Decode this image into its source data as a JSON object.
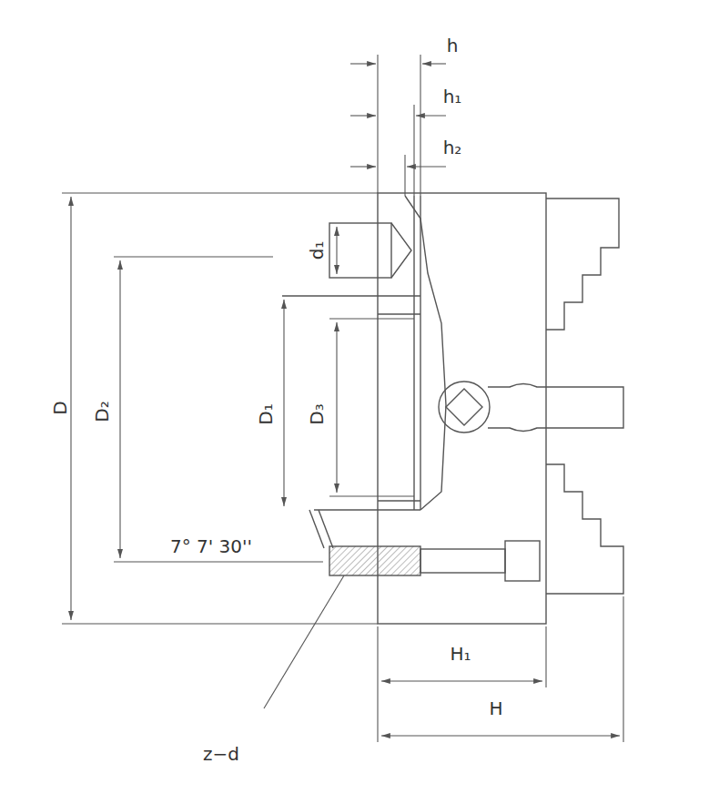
{
  "diagram": {
    "labels": [
      "h",
      "h₁",
      "h₂",
      "D",
      "D₂",
      "d₁",
      "D₁",
      "D₃",
      "7° 7' 30''",
      "z−d",
      "H₁",
      "H"
    ]
  }
}
